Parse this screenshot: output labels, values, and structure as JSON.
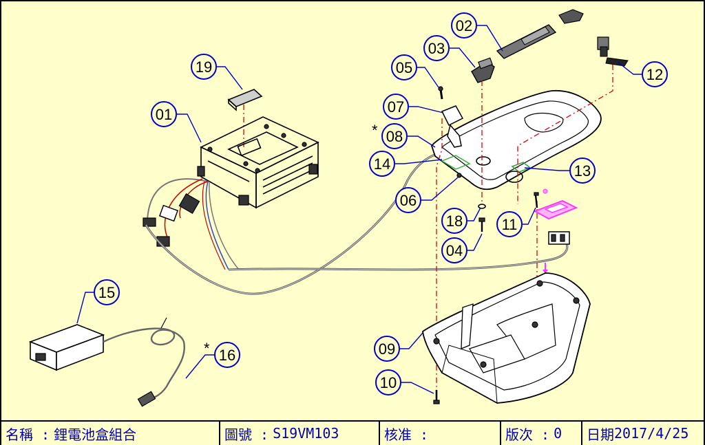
{
  "callouts": {
    "p01": "01",
    "p02": "02",
    "p03": "03",
    "p04": "04",
    "p05": "05",
    "p06": "06",
    "p07": "07",
    "p08": "08",
    "p09": "09",
    "p10": "10",
    "p11": "11",
    "p12": "12",
    "p13": "13",
    "p14": "14",
    "p15": "15",
    "p16": "16",
    "p18": "18",
    "p19": "19"
  },
  "marks": {
    "p08_star": "*",
    "p16_star": "*"
  },
  "titleblock": {
    "name_label": "名稱 :",
    "name_value": "鋰電池盒組合",
    "drawing_label": "圖號 :",
    "drawing_value": "S19VM103",
    "approval_label": "核准 :",
    "approval_value": "",
    "version_label": "版次 :",
    "version_value": "0",
    "date_label": "日期",
    "date_value": "2017/4/25"
  },
  "colors": {
    "background": "#ffffcc",
    "callout_stroke": "#0000cc",
    "centerline": "#e00000",
    "highlight_13": "#33aa33",
    "highlight_11_plate": "#ff33ff"
  }
}
